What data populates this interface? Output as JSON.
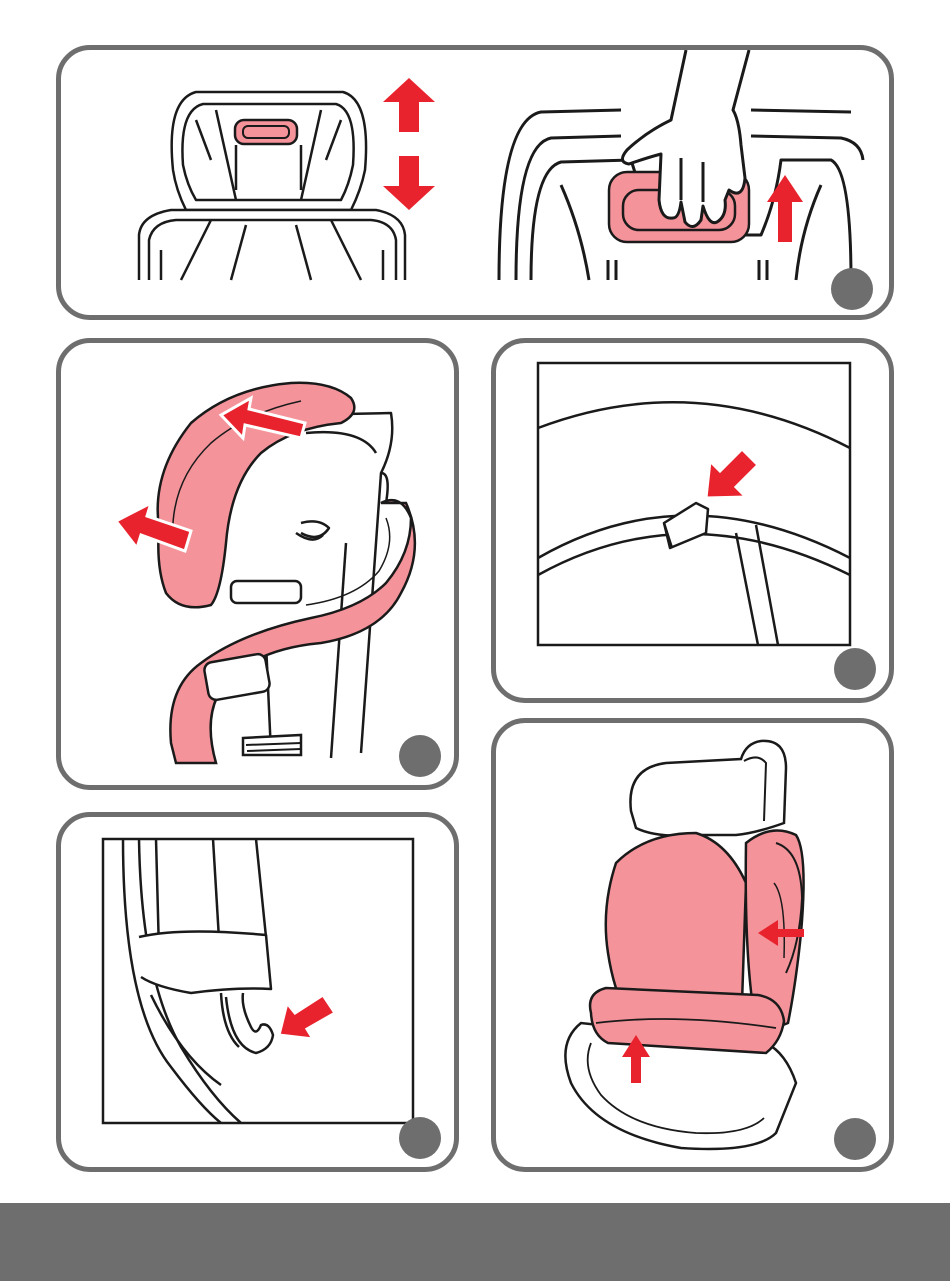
{
  "colors": {
    "panel_border": "#6e6e6e",
    "accent_pink": "#f4939a",
    "accent_red": "#e8232d",
    "line": "#1a1a1a",
    "footer": "#6e6e6e"
  },
  "panels": [
    {
      "id": "headrest-adjust",
      "icons": [
        "up-down-arrow-icon",
        "hand-icon",
        "up-arrow-icon"
      ]
    },
    {
      "id": "cover-removal",
      "icons": [
        "left-arrow-icon"
      ]
    },
    {
      "id": "clip-detail",
      "icons": [
        "down-left-arrow-icon"
      ]
    },
    {
      "id": "hook-detail",
      "icons": [
        "down-left-arrow-icon"
      ]
    },
    {
      "id": "seat-overview",
      "icons": [
        "left-arrow-icon",
        "up-arrow-icon"
      ]
    }
  ]
}
